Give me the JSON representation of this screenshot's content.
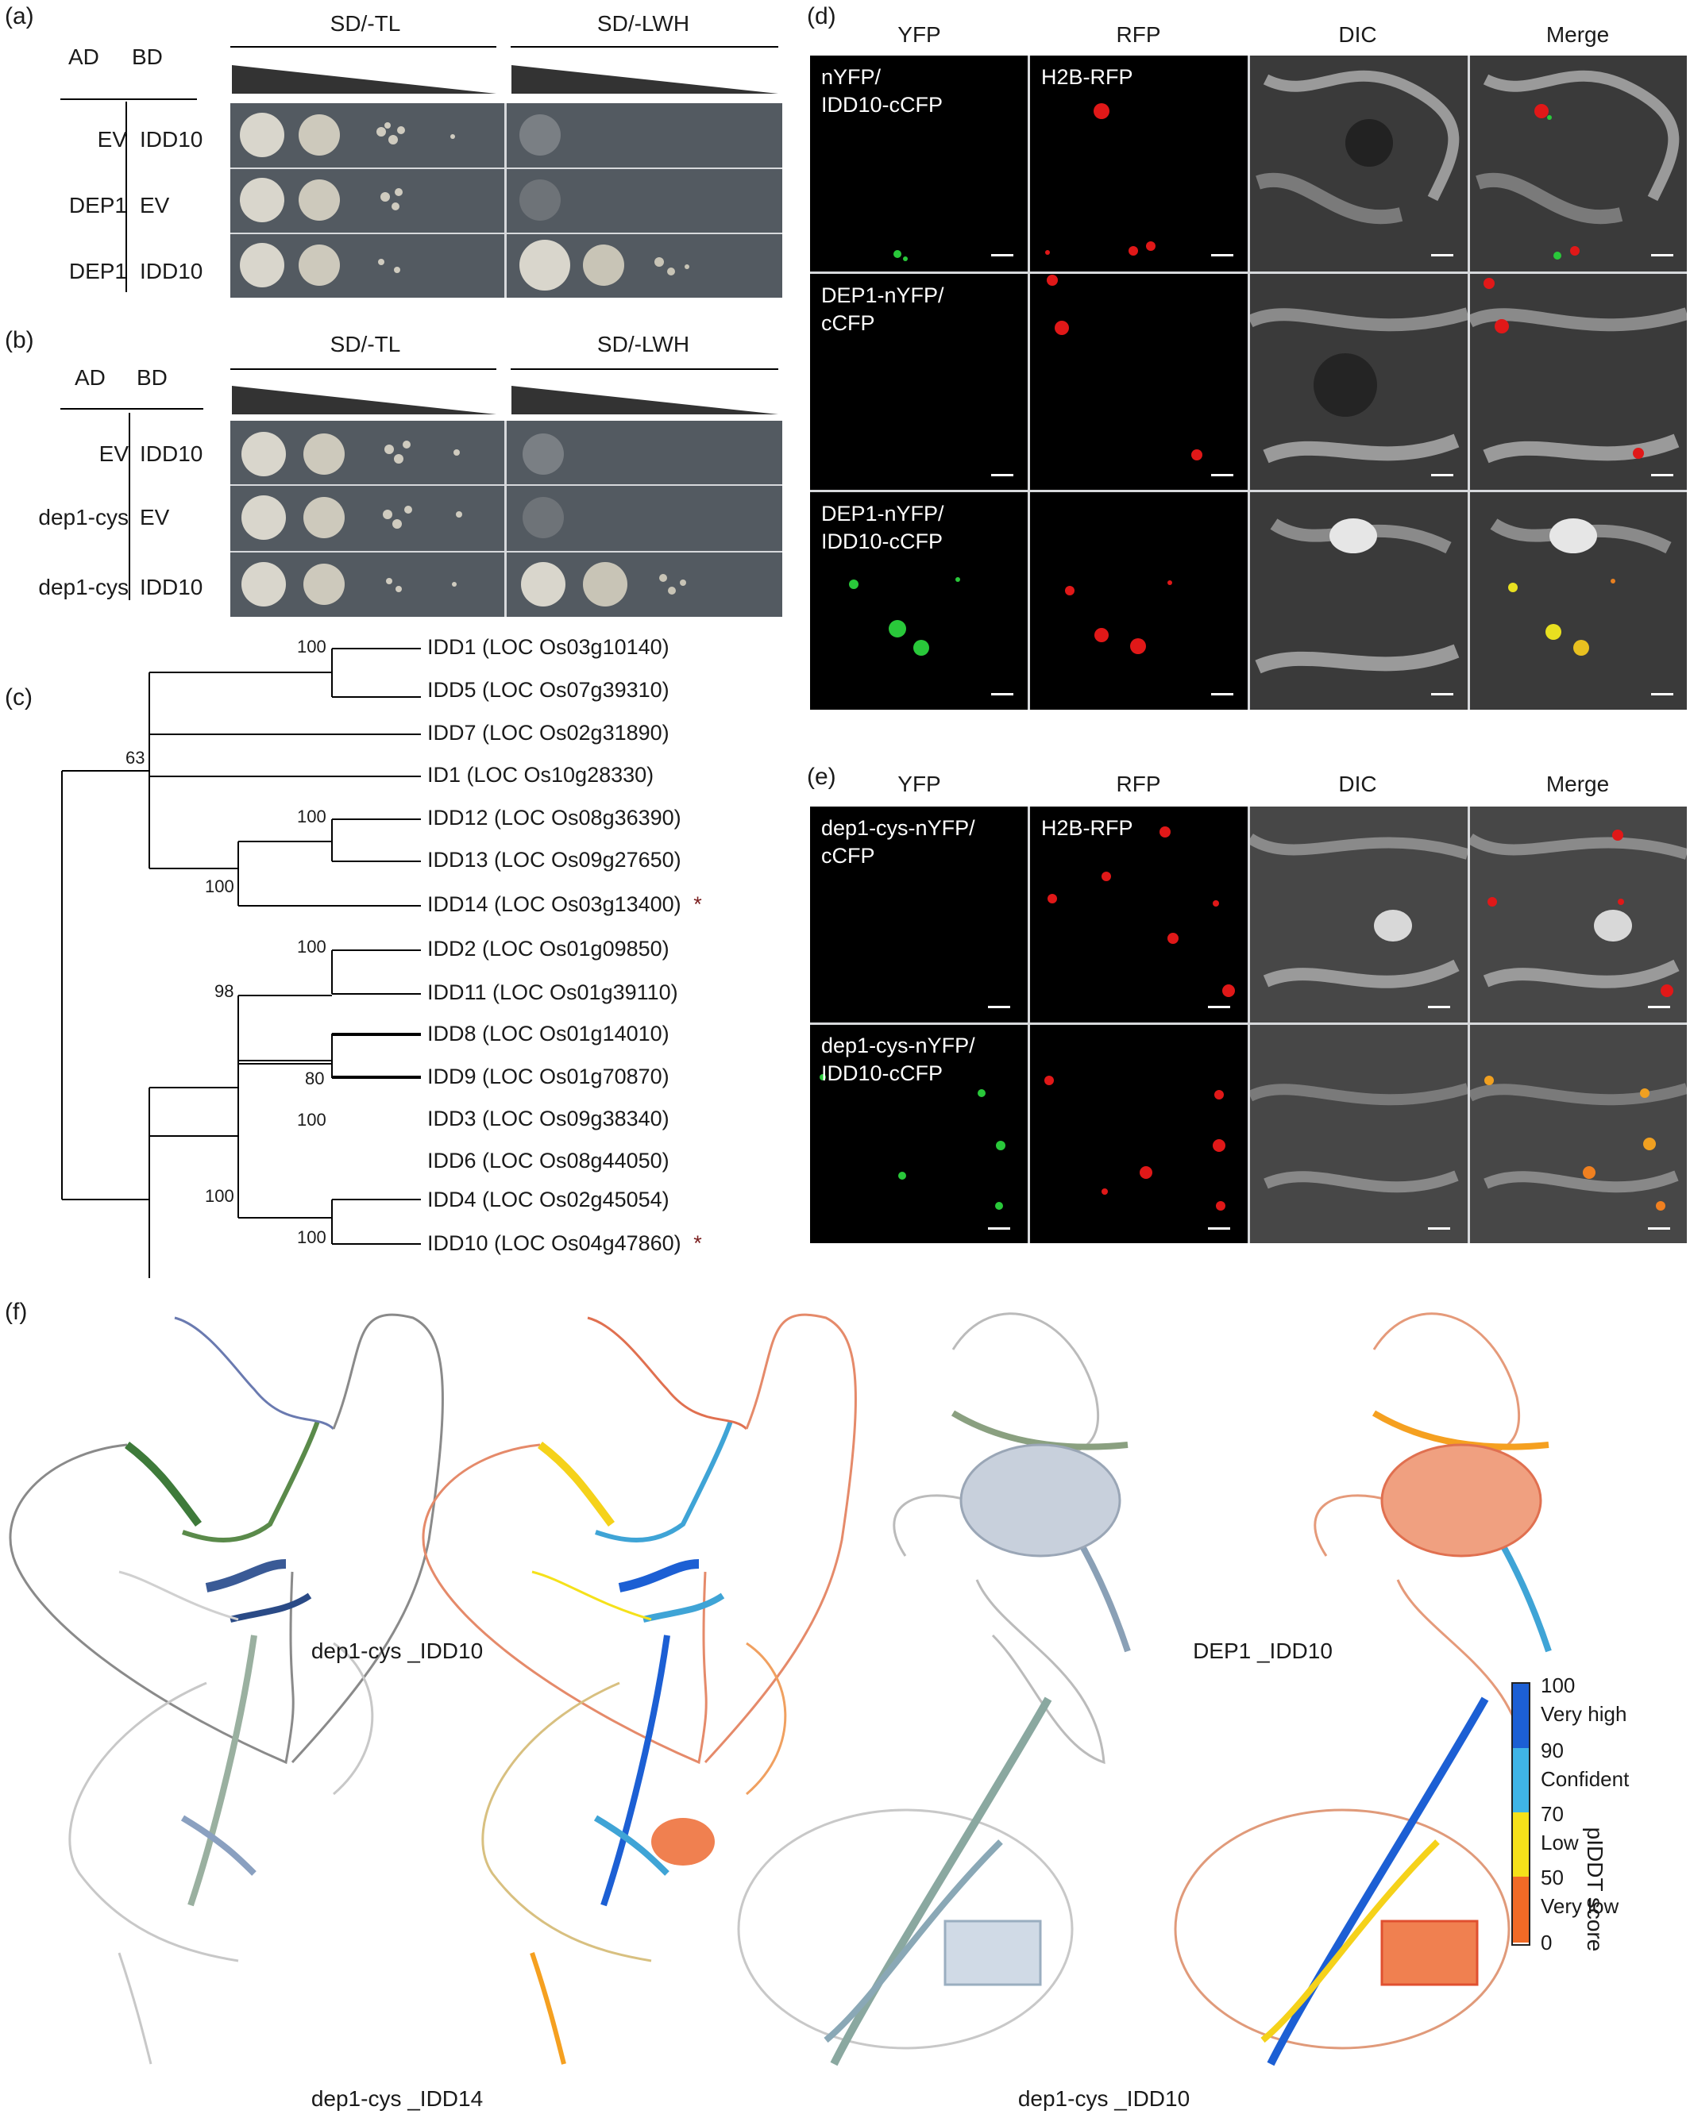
{
  "panels": {
    "a": {
      "label": "(a)",
      "ad_header": "AD",
      "bd_header": "BD",
      "media": [
        "SD/-TL",
        "SD/-LWH"
      ],
      "rows": [
        {
          "ad": "EV",
          "bd": "IDD10"
        },
        {
          "ad": "DEP1",
          "bd": "EV"
        },
        {
          "ad": "DEP1",
          "bd": "IDD10"
        }
      ]
    },
    "b": {
      "label": "(b)",
      "ad_header": "AD",
      "bd_header": "BD",
      "media": [
        "SD/-TL",
        "SD/-LWH"
      ],
      "rows": [
        {
          "ad": "EV",
          "bd": "IDD10"
        },
        {
          "ad": "dep1-cys",
          "bd": "EV"
        },
        {
          "ad": "dep1-cys",
          "bd": "IDD10"
        }
      ]
    },
    "c": {
      "label": "(c)",
      "taxa": [
        "IDD1 (LOC Os03g10140)",
        "IDD5 (LOC Os07g39310)",
        "IDD7 (LOC Os02g31890)",
        "ID1 (LOC Os10g28330)",
        "IDD12 (LOC Os08g36390)",
        "IDD13 (LOC Os09g27650)",
        "IDD14 (LOC Os03g13400)",
        "IDD2 (LOC Os01g09850)",
        "IDD11 (LOC Os01g39110)",
        "IDD8 (LOC Os01g14010)",
        "IDD9 (LOC Os01g70870)",
        "IDD3 (LOC Os09g38340)",
        "IDD6 (LOC Os08g44050)",
        "IDD4 (LOC Os02g45054)",
        "IDD10 (LOC Os04g47860)"
      ],
      "marker": "*",
      "bootstrap": {
        "idd1_idd5": "100",
        "clade1": "63",
        "idd12_idd13": "100",
        "idd12_13_14": "100",
        "idd2_idd11": "100",
        "idd2_11_8_9": "98",
        "idd8_idd9": "80",
        "idd3_idd6": "100",
        "idd3_6_4_10": "100",
        "idd4_idd10": "100"
      }
    },
    "d": {
      "label": "(d)",
      "columns": [
        "YFP",
        "RFP",
        "DIC",
        "Merge"
      ],
      "rows": [
        {
          "yfp_label": "nYFP/\nIDD10-cCFP",
          "rfp_label": "H2B-RFP"
        },
        {
          "yfp_label": "DEP1-nYFP/\ncCFP",
          "rfp_label": ""
        },
        {
          "yfp_label": "DEP1-nYFP/\nIDD10-cCFP",
          "rfp_label": ""
        }
      ]
    },
    "e": {
      "label": "(e)",
      "columns": [
        "YFP",
        "RFP",
        "DIC",
        "Merge"
      ],
      "rows": [
        {
          "yfp_label": "dep1-cys-nYFP/\ncCFP",
          "rfp_label": "H2B-RFP"
        },
        {
          "yfp_label": "dep1-cys-nYFP/\nIDD10-cCFP",
          "rfp_label": ""
        }
      ]
    },
    "f": {
      "label": "(f)",
      "captions": [
        "dep1-cys _IDD10",
        "DEP1 _IDD10",
        "dep1-cys _IDD14",
        "dep1-cys _IDD10"
      ],
      "legend": {
        "title": "pIDDT score",
        "ticks": [
          "100",
          "90",
          "70",
          "50",
          "0"
        ],
        "bands": [
          "Very high",
          "Confident",
          "Low",
          "Very low"
        ],
        "colors": [
          "#1c5fd4",
          "#3fb4e6",
          "#f5e11a",
          "#f06a26"
        ]
      }
    }
  }
}
